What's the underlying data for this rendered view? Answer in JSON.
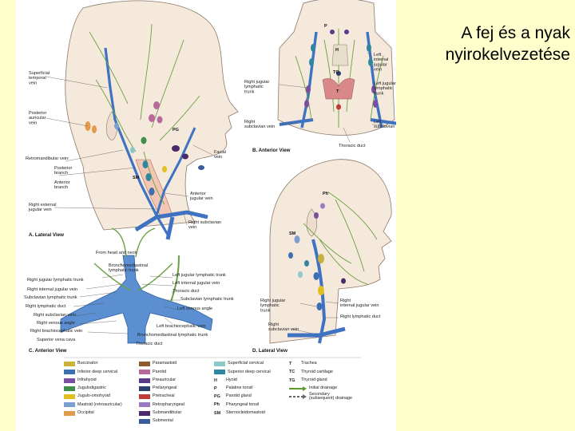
{
  "title": "A fej és a nyak\nnyirokelvezetése",
  "panel_a": {
    "caption": "A. Lateral View",
    "labels": {
      "superficial_temporal_vein": "Superficial\ntemporal\nvein",
      "posterior_auricular_vein": "Posterior\nauricular\nvein",
      "retromandibular_vein": "Retromandibular vein:",
      "posterior_branch": "Posterior\nbranch",
      "anterior_branch": "Anterior\nbranch",
      "right_external_jugular_vein": "Right external\njugular vein",
      "facial_vein": "Facial\nvein",
      "anterior_jugular_vein": "Anterior\njugular vein",
      "right_subclavian_vein": "Right subclavian\nvein",
      "node_pg": "PG",
      "node_sm": "SM"
    }
  },
  "panel_b": {
    "caption": "B. Anterior View",
    "labels": {
      "left_internal_jugular_vein": "Left\ninternal\njugular\nvein",
      "right_jugular_lymphatic_trunk": "Right jugular\nlymphatic\ntrunk",
      "left_jugular_lymphatic_trunk": "Left jugular\nlymphatic\ntrunk",
      "right_subclavian_vein": "Right\nsubclavian vein",
      "left_subclavian_vein": "Left\nsubclavian vein",
      "thoracic_duct": "Thoracic duct",
      "node_h": "H",
      "node_tc": "TC",
      "node_t": "T",
      "node_p": "P"
    }
  },
  "panel_c": {
    "caption": "C. Anterior View",
    "labels": {
      "from_head_and_neck": "From head and neck",
      "bronchomediastinal_trunk": "Bronchomediastinal\nlymphatic trunk",
      "right_jugular_lymphatic_trunk": "Right jugular lymphatic trunk",
      "right_internal_jugular_vein": "Right internal jugular vein",
      "subclavian_lymphatic_trunk": "Subclavian lymphatic trunk",
      "right_lymphatic_duct": "Right lymphatic duct",
      "right_subclavian_vein": "Right subclavian vein",
      "right_venous_angle": "Right venous angle",
      "right_brachiocephalic_vein": "Right brachiocephalic vein",
      "superior_vena_cava": "Superior vena cava",
      "left_jugular_lymphatic_trunk": "Left jugular lymphatic trunk",
      "left_internal_jugular_vein": "Left internal jugular vein",
      "thoracic_duct_1": "Thoracic duct",
      "left_subclavian_lymphatic_trunk": "Subclavian lymphatic trunk",
      "left_venous_angle": "Left venous angle",
      "left_brachiocephalic_vein": "Left brachiocephalic vein",
      "bronchomediastinal_trunk_left": "Bronchomediastinal lymphatic trunk",
      "thoracic_duct_2": "Thoracic duct"
    }
  },
  "panel_d": {
    "caption": "D. Lateral View",
    "labels": {
      "right_jugular_lymphatic_trunk": "Right jugular\nlymphatic\ntrunk",
      "right_internal_jugular_vein": "Right\ninternal jugular vein",
      "right_lymphatic_duct": "Right lymphatic duct",
      "right_subclavian_vein": "Right\nsubclavian vein",
      "node_ph": "Ph",
      "node_sm": "SM"
    }
  },
  "legend": {
    "columns": [
      [
        {
          "label": "Buccinator",
          "color": "#c8b23a"
        },
        {
          "label": "Inferior deep cervical",
          "color": "#3f6fb3"
        },
        {
          "label": "Infrahyoid",
          "color": "#7a4fa0"
        },
        {
          "label": "Jugulodigastric",
          "color": "#3d8f4a"
        },
        {
          "label": "Jugulo-omohyoid",
          "color": "#e0c020"
        },
        {
          "label": "Mastoid (retroauricular)",
          "color": "#7b9fd0"
        },
        {
          "label": "Occipital",
          "color": "#e39a4a"
        }
      ],
      [
        {
          "label": "Paramastoid",
          "color": "#8e5c2e"
        },
        {
          "label": "Parotid",
          "color": "#b8689a"
        },
        {
          "label": "Preauricular",
          "color": "#5a3a8a"
        },
        {
          "label": "Prelaryngeal",
          "color": "#2c3f6f"
        },
        {
          "label": "Pretracheal",
          "color": "#c03a3a"
        },
        {
          "label": "Retropharyngeal",
          "color": "#9c7ac0"
        },
        {
          "label": "Submandibular",
          "color": "#4a2a6a"
        },
        {
          "label": "Submental",
          "color": "#3a5a9a"
        }
      ],
      [
        {
          "label": "Superficial cervical",
          "color": "#8cc8c8"
        },
        {
          "label": "Superior deep cervical",
          "color": "#2e86a0"
        },
        {
          "abbr": "H",
          "label": "Hyoid"
        },
        {
          "abbr": "P",
          "label": "Palatine tonsil"
        },
        {
          "abbr": "PG",
          "label": "Parotid gland"
        },
        {
          "abbr": "Ph",
          "label": "Pharyngeal tonsil"
        },
        {
          "abbr": "SM",
          "label": "Sternocleidomastoid"
        }
      ],
      [
        {
          "abbr": "T",
          "label": "Trachea"
        },
        {
          "abbr": "TC",
          "label": "Thyroid cartilage"
        },
        {
          "abbr": "TG",
          "label": "Thyroid gland"
        },
        {
          "arrow": "solid",
          "label": "Initial drainage"
        },
        {
          "arrow": "dash",
          "label": "Secondary\n(subsequent) drainage"
        }
      ]
    ]
  }
}
